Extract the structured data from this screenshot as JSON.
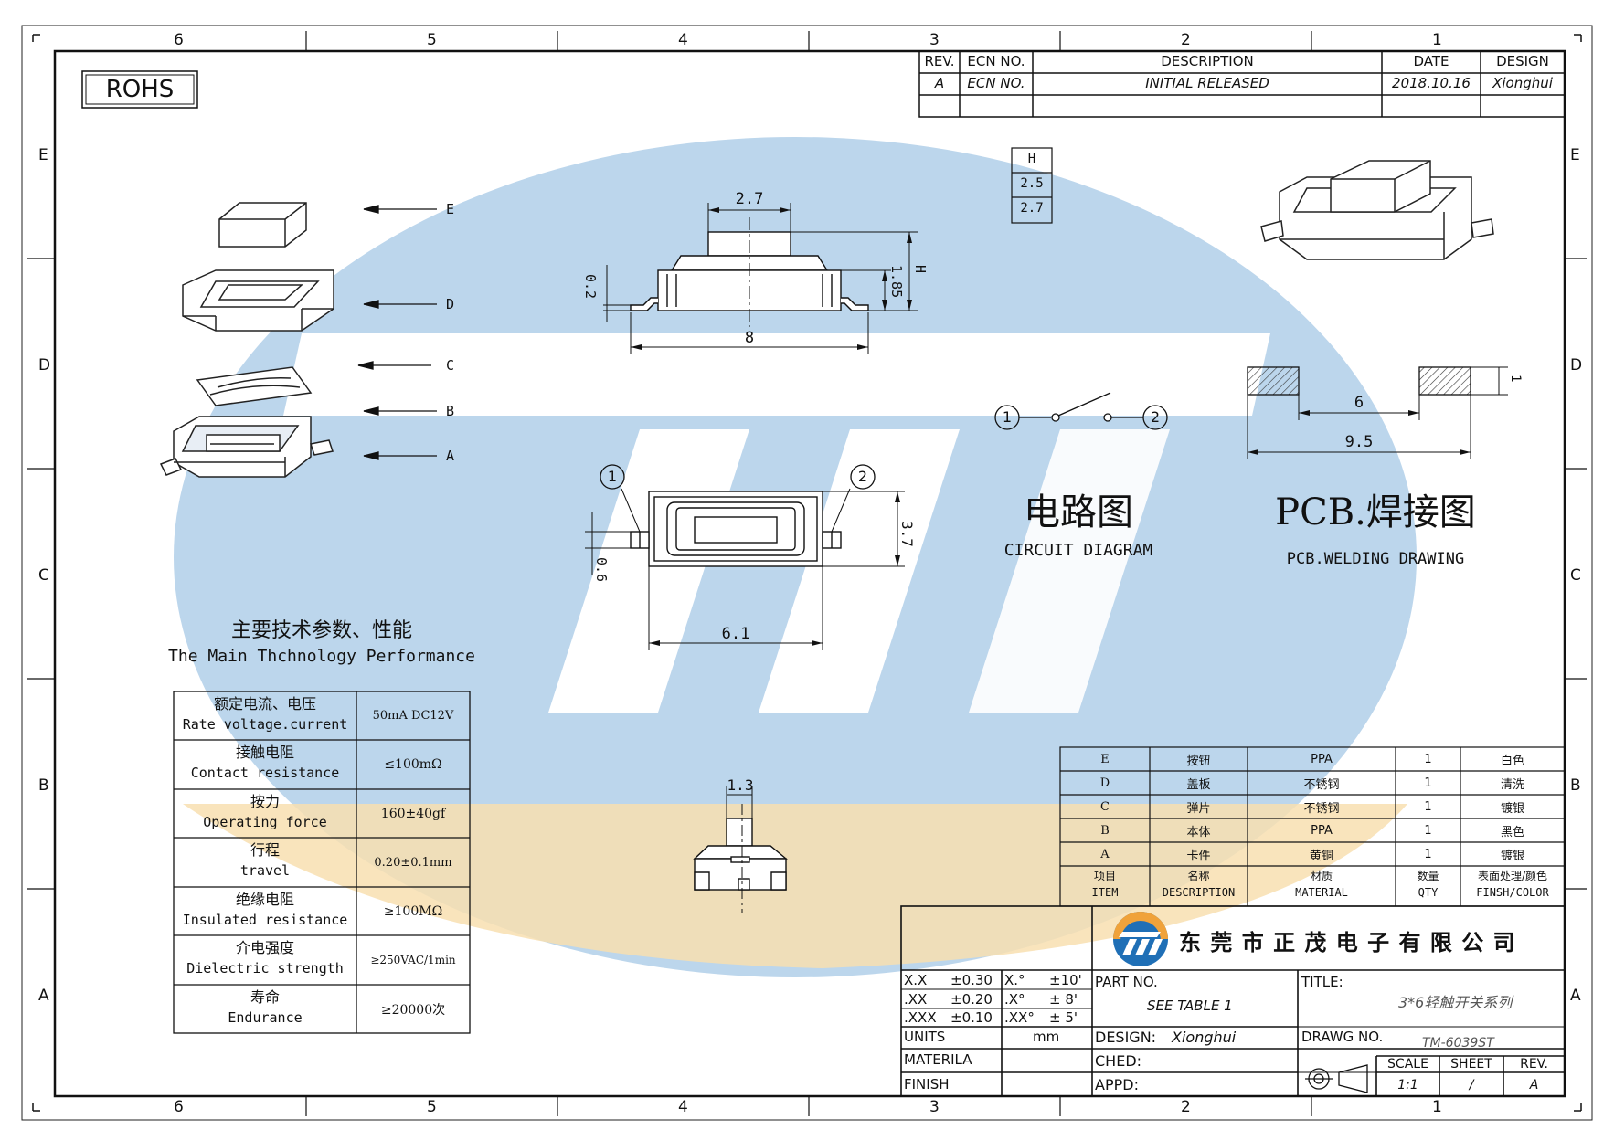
{
  "rohs": "ROHS",
  "grid": {
    "cols_top": [
      "6",
      "5",
      "4",
      "3",
      "2",
      "1"
    ],
    "cols_bottom": [
      "6",
      "5",
      "4",
      "3",
      "2",
      "1"
    ],
    "rows_left": [
      "E",
      "D",
      "C",
      "B",
      "A"
    ],
    "rows_right": [
      "E",
      "D",
      "C",
      "B",
      "A"
    ]
  },
  "revision_block": {
    "headers": {
      "rev": "REV.",
      "ecn": "ECN  NO.",
      "description": "DESCRIPTION",
      "date": "DATE",
      "design": "DESIGN"
    },
    "row": {
      "rev": "A",
      "ecn": "ECN  NO.",
      "description": "INITIAL  RELEASED",
      "date": "2018.10.16",
      "design": "Xionghui"
    }
  },
  "height_table": {
    "header": "H",
    "values": [
      "2.5",
      "2.7"
    ]
  },
  "exploded_labels": [
    "E",
    "D",
    "C",
    "B",
    "A"
  ],
  "dimensions": {
    "side_top_width": "2.7",
    "side_lead_thickness": "0.2",
    "side_body_height": "1.85",
    "side_h": "H",
    "side_overall": "8",
    "top_width": "3.7",
    "top_lead": "0.6",
    "top_length": "6.1",
    "front_width": "1.3",
    "pcb_pad_height": "1",
    "pcb_inner": "6",
    "pcb_outer": "9.5"
  },
  "terminals": {
    "t1": "1",
    "t2": "2"
  },
  "circuit": {
    "title_cn": "电路图",
    "title_en": "CIRCUIT DIAGRAM"
  },
  "pcb": {
    "title_cn": "PCB.焊接图",
    "title_en": "PCB.WELDING DRAWING"
  },
  "performance": {
    "title_cn": "主要技术参数、性能",
    "title_en": "The Main Thchnology Performance",
    "rows": [
      {
        "cn": "额定电流、电压",
        "en": "Rate voltage.current",
        "value": "50mA DC12V"
      },
      {
        "cn": "接触电阻",
        "en": "Contact resistance",
        "value": "≤100mΩ"
      },
      {
        "cn": "按力",
        "en": "Operating force",
        "value": "160±40gf"
      },
      {
        "cn": "行程",
        "en": "travel",
        "value": "0.20±0.1mm"
      },
      {
        "cn": "绝缘电阻",
        "en": "Insulated resistance",
        "value": "≥100MΩ"
      },
      {
        "cn": "介电强度",
        "en": "Dielectric strength",
        "value": "≥250VAC/1min"
      },
      {
        "cn": "寿命",
        "en": "Endurance",
        "value": "≥20000次"
      }
    ]
  },
  "bom": {
    "rows": [
      {
        "item": "E",
        "name": "按钮",
        "material": "PPA",
        "qty": "1",
        "finish": "白色"
      },
      {
        "item": "D",
        "name": "盖板",
        "material": "不锈钢",
        "qty": "1",
        "finish": "清洗"
      },
      {
        "item": "C",
        "name": "弹片",
        "material": "不锈钢",
        "qty": "1",
        "finish": "镀银"
      },
      {
        "item": "B",
        "name": "本体",
        "material": "PPA",
        "qty": "1",
        "finish": "黑色"
      },
      {
        "item": "A",
        "name": "卡件",
        "material": "黄铜",
        "qty": "1",
        "finish": "镀银"
      }
    ],
    "header": {
      "item_cn": "项目",
      "item_en": "ITEM",
      "name_cn": "名称",
      "name_en": "DESCRIPTION",
      "material_cn": "材质",
      "material_en": "MATERIAL",
      "qty_cn": "数量",
      "qty_en": "QTY",
      "finish_cn": "表面处理/颜色",
      "finish_en": "FINSH/COLOR"
    }
  },
  "title_block": {
    "company": "东 莞 市 正 茂 电 子 有 限 公 司",
    "tolerances": [
      {
        "a": "X.X",
        "b": "±0.30",
        "c": "X.°",
        "d": "±10'"
      },
      {
        "a": ".XX",
        "b": "±0.20",
        "c": ".X°",
        "d": "±  8'"
      },
      {
        "a": ".XXX",
        "b": "±0.10",
        "c": ".XX°",
        "d": "±  5'"
      }
    ],
    "units_label": "UNITS",
    "units_value": "mm",
    "materila_label": "MATERILA",
    "finish_label": "FINISH",
    "part_no_label": "PART  NO.",
    "part_no_value": "SEE  TABLE  1",
    "design_label": "DESIGN:",
    "design_value": "Xionghui",
    "ched_label": "CHED:",
    "appd_label": "APPD:",
    "title_label": "TITLE:",
    "title_value": "3*6轻触开关系列",
    "drawg_label": "DRAWG  NO.",
    "drawg_value": "TM-6039ST",
    "scale_label": "SCALE",
    "scale_value": "1:1",
    "sheet_label": "SHEET",
    "sheet_value": "/",
    "rev_label": "REV.",
    "rev_value": "A"
  }
}
